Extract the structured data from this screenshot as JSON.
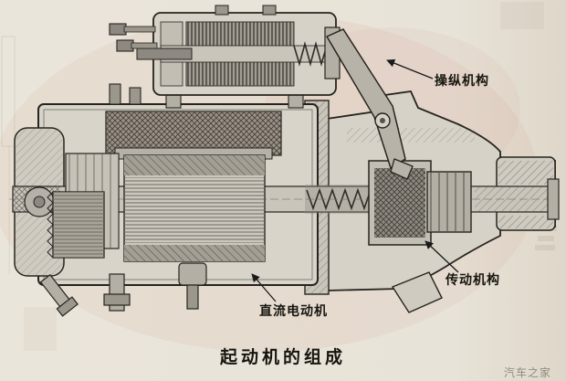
{
  "page": {
    "background_color": "#e8e3d8",
    "ink_color": "#26241f",
    "scan_tint_color": "#cf8f7f"
  },
  "figure": {
    "caption": "起动机的组成",
    "watermark": "汽车之家",
    "labels": {
      "control_mechanism": "操纵机构",
      "transmission_mechanism": "传动机构",
      "dc_motor": "直流电动机"
    }
  }
}
